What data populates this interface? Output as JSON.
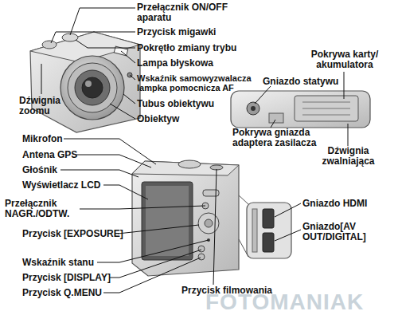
{
  "diagram": {
    "labels": [
      "Przełącznik ON/OFF aparatu",
      "Przycisk migawki",
      "Pokrętło zmiany trybu",
      "Lampa błyskowa",
      "Wskaźnik samowyzwalacza lampka pomocnicza AF",
      "Tubus obiektywu",
      "Obiektyw",
      "Dźwignia zoomu",
      "Pokrywa karty/ akumulatora",
      "Gniazdo statywu",
      "Pokrywa gniazda adaptera zasilacza",
      "Dźwignia zwalniająca",
      "Mikrofon",
      "Antena GPS",
      "Głośnik",
      "Wyświetlacz LCD",
      "Przełącznik NAGR./ODTW.",
      "Przycisk [EXPOSURE]",
      "Wskaźnik stanu",
      "Przycisk [DISPLAY]",
      "Przycisk Q.MENU",
      "Przycisk filmowania",
      "Gniazdo HDMI",
      "Gniazdo[AV OUT/DIGITAL]",
      "FOTOMANIAK"
    ]
  }
}
